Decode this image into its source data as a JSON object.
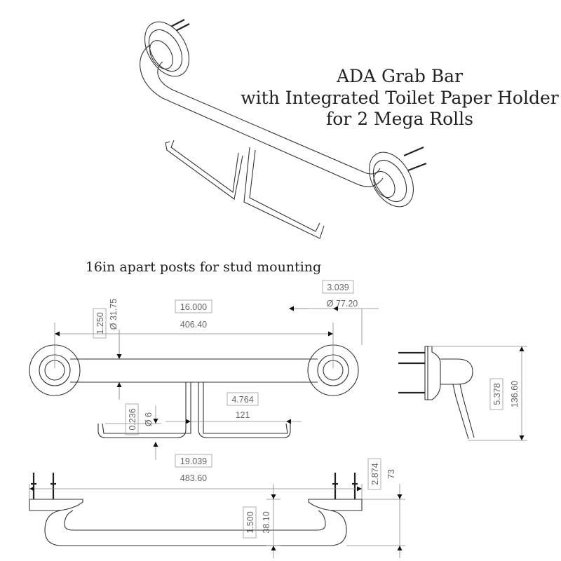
{
  "title": {
    "line1": "ADA Grab Bar",
    "line2": "with Integrated Toilet Paper Holder",
    "line3": "for 2 Mega Rolls"
  },
  "note": "16in apart posts for stud mounting",
  "dimensions": {
    "flange_dia_in": "1.250",
    "flange_dia_mm": "Ø 31.75",
    "post_spacing_in": "16.000",
    "post_spacing_mm": "406.40",
    "cover_dia_in": "3.039",
    "cover_dia_mm": "Ø 77.20",
    "rod_dia_in": "0.236",
    "rod_dia_mm": "Ø 6",
    "arm_length_in": "4.764",
    "arm_length_mm": "121",
    "depth_in": "5.378",
    "depth_mm": "136.60",
    "overall_length_in": "19.039",
    "overall_length_mm": "483.60",
    "projection_in": "1.500",
    "projection_mm": "38.10",
    "flange_height_in": "2.874",
    "flange_height_mm": "73"
  }
}
